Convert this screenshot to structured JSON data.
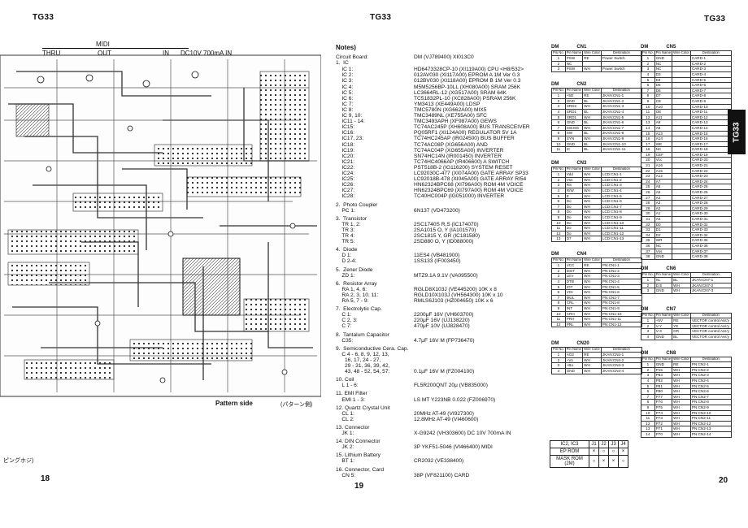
{
  "headers": {
    "left": "TG33",
    "center": "TG33",
    "right": "TG33"
  },
  "page_numbers": {
    "left": "18",
    "center": "19",
    "right": "20"
  },
  "side_tab": "TG33",
  "midi": {
    "title": "MIDI",
    "thru": "THRU",
    "out": "OUT",
    "in": "IN",
    "dc": "DC10V 700mA IN"
  },
  "pcb": {
    "caption": "Pattern side",
    "caption_jp": "(パターン側)",
    "bottom_jp": "ピングホジ)"
  },
  "notes": {
    "title": "Notes)",
    "rows": [
      {
        "label": "Circuit Board:",
        "value": "DM (VJ789400) XI013C0"
      },
      {
        "label": "1.  IC",
        "value": ""
      },
      {
        "label": "    IC 1:",
        "value": "HD6473328CP-10 (XI119A00) CPU <H8/532>"
      },
      {
        "label": "    IC 2:",
        "value": "012AV030 (XI117A00) EPROM A 1M Ver 0.3"
      },
      {
        "label": "    IC 3:",
        "value": "012BV030 (XI118A00) EPROM B 1M Ver 0.3"
      },
      {
        "label": "    IC 4:",
        "value": "M5M5256BP-10LL (XH080A00) SRAM 256K"
      },
      {
        "label": "    IC 5:",
        "value": "LC3664RL-12 (XG517A00) SRAM 64K"
      },
      {
        "label": "    IC 6:",
        "value": "TC51832PL-10 (XC828A00) PSRAM 256K"
      },
      {
        "label": "    IC 7:",
        "value": "YM3413 (XE449A00) LDSP"
      },
      {
        "label": "    IC 8:",
        "value": "TMC5780N (XG662A00) MIX5"
      },
      {
        "label": "    IC 9, 10:",
        "value": "TMC3489NL (XE755A00) SFC"
      },
      {
        "label": "    IC11 - 14:",
        "value": "TMC3493APH (XF987A00) GEWS"
      },
      {
        "label": "    IC15:",
        "value": "TC74AC245P (XH608A00) BUS TRANSCEIVER"
      },
      {
        "label": "    IC16:",
        "value": "PQ05RF1 (XI124A00) REGULATOR 5V 1A"
      },
      {
        "label": "    IC17, 23:",
        "value": "TC74HC245AP (IR024500) BUS BUFFER"
      },
      {
        "label": "    IC18:",
        "value": "TC74AC08P (XG656A00) AND"
      },
      {
        "label": "    IC19:",
        "value": "TC74AC04P (XG655A00) INVERTER"
      },
      {
        "label": "    IC20:",
        "value": "SN74HC14N (IR001450) INVERTER"
      },
      {
        "label": "    IC21:",
        "value": "TC74HC4066AP (IR406600) A SWITCH"
      },
      {
        "label": "    IC22:",
        "value": "PST518B-2 (IG116200) SYSTEM RESET"
      },
      {
        "label": "    IC24:",
        "value": "LC92030C-477 (XI074A00) GATE ARRAY SP33"
      },
      {
        "label": "    IC25:",
        "value": "LC92018B-478 (XI045A00) GATE ARRAY RI54"
      },
      {
        "label": "    IC26:",
        "value": "HN62324BPC68 (XI796A00) ROM 4M VOICE"
      },
      {
        "label": "    IC27:",
        "value": "HN62324BPC69 (XI797A00) ROM 4M VOICE"
      },
      {
        "label": "    IC28:",
        "value": "TC40HC004P (IG051000) INVERTER"
      },
      {
        "label": "2.  Photo Coupler",
        "value": ""
      },
      {
        "label": "    PC 1:",
        "value": "6N137 (VD473200)"
      },
      {
        "label": "3.  Transistor",
        "value": ""
      },
      {
        "label": "    TR 1, 2:",
        "value": "2SC1740S R,S (IC174070)"
      },
      {
        "label": "    TR 3:",
        "value": "2SA1015 O, Y (IA101570)"
      },
      {
        "label": "    TR 4:",
        "value": "2SC1815 Y, GR (IC181580)"
      },
      {
        "label": "    TR 5:",
        "value": "2SD880 O, Y (ID088000)"
      },
      {
        "label": "4.  Diode",
        "value": ""
      },
      {
        "label": "    D 1:",
        "value": "11ES4 (VB481900)"
      },
      {
        "label": "    D 2-4:",
        "value": "1SS133 (IF003450)"
      },
      {
        "label": "5.  Zener Diode",
        "value": ""
      },
      {
        "label": "    ZD 1:",
        "value": "MTZ9.1A 9.1V (VA095500)"
      },
      {
        "label": "6.  Resistor Array",
        "value": ""
      },
      {
        "label": "    RA 1, 4, 6:",
        "value": "RGLD8X103J (VE445200) 10K x 8"
      },
      {
        "label": "    RA 2, 3, 10, 11:",
        "value": "RGLD10X103J (VH564300) 10K x 10"
      },
      {
        "label": "    RA 5, 7 - 9:",
        "value": "RMLS6J103 (HZ004650) 10K x 6"
      },
      {
        "label": "7.  Electrolytic Cap.",
        "value": ""
      },
      {
        "label": "    C 1:",
        "value": "2200μF 16V (VH603700)"
      },
      {
        "label": "    C 2, 3:",
        "value": "220μF 16V (UJ138220)"
      },
      {
        "label": "    C 7:",
        "value": "470μF 10V (UJ828470)"
      },
      {
        "label": "8.  Tantalum Capacitor",
        "value": ""
      },
      {
        "label": "    C35:",
        "value": "4.7μF 16V M (FP736470)"
      },
      {
        "label": "9.  Semiconductive Cera. Cap.",
        "value": ""
      },
      {
        "label": "    C 4 - 6, 8, 9, 12, 13,",
        "value": ""
      },
      {
        "label": "      16, 17, 24 - 27,",
        "value": ""
      },
      {
        "label": "      29 - 31, 36, 39, 42,",
        "value": ""
      },
      {
        "label": "      43, 48 - 52, 54, 57:",
        "value": "0.1μF 16V M (FZ004100)"
      },
      {
        "label": "10. Coil",
        "value": ""
      },
      {
        "label": "    L 1 - 6:",
        "value": "FL5R200QNT 20μ (VB835000)"
      },
      {
        "label": "11. EMI Filter",
        "value": ""
      },
      {
        "label": "    EMI 1 - 3:",
        "value": "LS MT Y223NB 0.022 (FZ006970)"
      },
      {
        "label": "12. Quartz Crystal Unit",
        "value": ""
      },
      {
        "label": "    CL 1:",
        "value": "20MHz AT-49 (VI927300)"
      },
      {
        "label": "    CL 2:",
        "value": "12.8MHz AT-49 (VI460600)"
      },
      {
        "label": "13. Connector",
        "value": ""
      },
      {
        "label": "    JK 1:",
        "value": "X-G9242 (VH303600) DC 10V 700mA IN"
      },
      {
        "label": "14. DIN Connector",
        "value": ""
      },
      {
        "label": "    JK 2:",
        "value": "3P YKF51-5046 (VI466400) MIDI"
      },
      {
        "label": "15. Lithium Battery",
        "value": ""
      },
      {
        "label": "    BT 1:",
        "value": "CR2032 (VE338400)"
      },
      {
        "label": "16. Connector, Card",
        "value": ""
      },
      {
        "label": "    CN 5:",
        "value": "38P (VF821100) CARD"
      }
    ]
  },
  "connectors": [
    {
      "dm": "DM",
      "name": "CN1",
      "cols": [
        "Pin No.",
        "Pin Name",
        "Wire Color",
        "Destination"
      ],
      "rows": [
        [
          "1",
          "PSW",
          "RE",
          "Power Switch"
        ],
        [
          "2",
          "NC",
          "",
          ""
        ],
        [
          "3",
          "PSW",
          "WH",
          "Power Switch"
        ]
      ]
    },
    {
      "dm": "DM",
      "name": "CN2",
      "cols": [
        "Pin No.",
        "Pin Name",
        "Wire Color",
        "Destination"
      ],
      "rows": [
        [
          "1",
          "+5D",
          "RE",
          "JKAN:CN1-1"
        ],
        [
          "2",
          "GND",
          "BL",
          "JKAN:CN1-2"
        ],
        [
          "3",
          "SRD2",
          "WH",
          "JKAN:CN1-3"
        ],
        [
          "4",
          "SRD1",
          "BL",
          "JKAN:CN1-4"
        ],
        [
          "5",
          "SRD1",
          "WH",
          "JKAN:CN1-5"
        ],
        [
          "6",
          "GND",
          "BL",
          "JKAN:CN1-6"
        ],
        [
          "7",
          "SW.MS",
          "WH",
          "JKAN:CN1-7"
        ],
        [
          "8",
          "SW",
          "BL",
          "JKAN:CN1-8"
        ],
        [
          "9",
          "SYN",
          "WH",
          "JKAN:CN1-9"
        ],
        [
          "10",
          "GND",
          "BL",
          "JKAN:CN1-10"
        ],
        [
          "11",
          "IC",
          "BL",
          "JKAN:CN1-11"
        ]
      ]
    },
    {
      "dm": "DM",
      "name": "CN3",
      "cols": [
        "Pin No.",
        "Pin Name",
        "Wire Color",
        "Destination"
      ],
      "rows": [
        [
          "1",
          "Vdd",
          "WH",
          "LCD:CN1-1"
        ],
        [
          "2",
          "Vss",
          "WH",
          "LCD:CN1-2"
        ],
        [
          "3",
          "RS",
          "WH",
          "LCD:CN1-3"
        ],
        [
          "4",
          "R/W",
          "WH",
          "LCD:CN1-4"
        ],
        [
          "5",
          "E",
          "WH",
          "LCD:CN1-5"
        ],
        [
          "6",
          "Do",
          "WH",
          "LCD:CN1-6"
        ],
        [
          "7",
          "Do",
          "WH",
          "LCD:CN1-7"
        ],
        [
          "8",
          "Do",
          "WH",
          "LCD:CN1-8"
        ],
        [
          "9",
          "Do",
          "WH",
          "LCD:CN1-9"
        ],
        [
          "10",
          "Do",
          "WH",
          "LCD:CN1-10"
        ],
        [
          "11",
          "Do",
          "WH",
          "LCD:CN1-11"
        ],
        [
          "12",
          "Do",
          "WH",
          "LCD:CN1-12"
        ],
        [
          "13",
          "D7",
          "WH",
          "LCD:CN1-13"
        ]
      ]
    },
    {
      "dm": "DM",
      "name": "CN4",
      "cols": [
        "Pin No.",
        "Pin Name",
        "Wire Color",
        "Destination"
      ],
      "rows": [
        [
          "1",
          "VCC",
          "RE",
          "PN:CN1-1"
        ],
        [
          "2",
          "DSIT",
          "WH",
          "PN:CN1-2"
        ],
        [
          "3",
          "LEV",
          "WH",
          "PN:CN1-3"
        ],
        [
          "4",
          "DTB",
          "WH",
          "PN:CN1-4"
        ],
        [
          "5",
          "IOT",
          "WH",
          "PN:CN1-5"
        ],
        [
          "6",
          "VOI",
          "WH",
          "PN:CN1-6"
        ],
        [
          "7",
          "MUL",
          "WH",
          "PN:CN1-7"
        ],
        [
          "8",
          "CRL",
          "WH",
          "PN:CN1-8"
        ],
        [
          "9",
          "INT",
          "WH",
          "PN:CN1-9"
        ],
        [
          "10",
          "CRH",
          "WH",
          "PN:CN1-10"
        ],
        [
          "11",
          "PRH",
          "WH",
          "PN:CN1-11"
        ],
        [
          "12",
          "PRL",
          "WH",
          "PN:CN1-12"
        ]
      ]
    },
    {
      "dm": "DM",
      "name": "CN20",
      "cols": [
        "Pin No.",
        "Pin Name",
        "Wire Color",
        "Destination"
      ],
      "rows": [
        [
          "1",
          "AG2",
          "RE",
          "JKAN:CN4-1"
        ],
        [
          "2",
          "+Vo",
          "WH",
          "JKAN:CN4-2"
        ],
        [
          "3",
          "+Bo",
          "WH",
          "JKAN:CN4-3"
        ],
        [
          "4",
          "GND",
          "WH",
          "JKAN:CN4-4"
        ]
      ]
    },
    {
      "dm": "DM",
      "name": "CN5",
      "cols": [
        "Pin No.",
        "Pin Name",
        "Wire Color",
        "Destination"
      ],
      "rows": [
        [
          "1",
          "GND",
          "",
          "CARD-1"
        ],
        [
          "2",
          "NC",
          "",
          "CARD-2"
        ],
        [
          "3",
          "NC",
          "",
          "CARD-3"
        ],
        [
          "4",
          "D3",
          "",
          "CARD-4"
        ],
        [
          "5",
          "D4",
          "",
          "CARD-5"
        ],
        [
          "6",
          "D5",
          "",
          "CARD-6"
        ],
        [
          "7",
          "D6",
          "",
          "CARD-7"
        ],
        [
          "8",
          "D7",
          "",
          "CARD-8"
        ],
        [
          "9",
          "CE",
          "",
          "CARD-9"
        ],
        [
          "10",
          "A10",
          "",
          "CARD-10"
        ],
        [
          "11",
          "OE",
          "",
          "CARD-11"
        ],
        [
          "12",
          "A11",
          "",
          "CARD-12"
        ],
        [
          "13",
          "A9",
          "",
          "CARD-13"
        ],
        [
          "14",
          "A8",
          "",
          "CARD-14"
        ],
        [
          "15",
          "A13",
          "",
          "CARD-15"
        ],
        [
          "16",
          "A14",
          "",
          "CARD-16"
        ],
        [
          "17",
          "WE",
          "",
          "CARD-17"
        ],
        [
          "18",
          "NC",
          "",
          "CARD-18"
        ],
        [
          "19",
          "CEF",
          "",
          "CARD-19"
        ],
        [
          "20",
          "Vcc",
          "",
          "CARD-20"
        ],
        [
          "21",
          "A16",
          "",
          "CARD-21"
        ],
        [
          "22",
          "A15",
          "",
          "CARD-22"
        ],
        [
          "23",
          "A12",
          "",
          "CARD-23"
        ],
        [
          "24",
          "A7",
          "",
          "CARD-24"
        ],
        [
          "25",
          "A6",
          "",
          "CARD-25"
        ],
        [
          "26",
          "A5",
          "",
          "CARD-26"
        ],
        [
          "27",
          "A4",
          "",
          "CARD-27"
        ],
        [
          "28",
          "A3",
          "",
          "CARD-28"
        ],
        [
          "29",
          "A2",
          "",
          "CARD-29"
        ],
        [
          "30",
          "A1",
          "",
          "CARD-30"
        ],
        [
          "31",
          "A0",
          "",
          "CARD-31"
        ],
        [
          "32",
          "D0",
          "",
          "CARD-32"
        ],
        [
          "33",
          "D1",
          "",
          "CARD-33"
        ],
        [
          "34",
          "D2",
          "",
          "CARD-34"
        ],
        [
          "35",
          "WR",
          "",
          "CARD-35"
        ],
        [
          "36",
          "NC",
          "",
          "CARD-36"
        ],
        [
          "37",
          "Vss",
          "",
          "CARD-37"
        ],
        [
          "38",
          "GND",
          "",
          "CARD-38"
        ]
      ]
    },
    {
      "dm": "DM",
      "name": "CN6",
      "cols": [
        "Pin No.",
        "Pin Name",
        "Wire Color",
        "Destination"
      ],
      "rows": [
        [
          "1",
          "SL",
          "BL",
          "JKAN:CN7-1"
        ],
        [
          "2",
          "D.E",
          "WH",
          "JKAN:CN7-2"
        ],
        [
          "3",
          "GND",
          "WH",
          "JKAN:CN7-3"
        ]
      ]
    },
    {
      "dm": "DM",
      "name": "CN7",
      "cols": [
        "Pin No.",
        "Pin Name",
        "Wire Color",
        "Destination"
      ],
      "rows": [
        [
          "1",
          "+5V",
          "RE",
          "VECTOR control Ass'y"
        ],
        [
          "2",
          "V-Y",
          "YE",
          "VECTOR control Ass'y"
        ],
        [
          "3",
          "V-X",
          "OR",
          "VECTOR control Ass'y"
        ],
        [
          "4",
          "GND",
          "BL",
          "VECTOR control Ass'y"
        ]
      ]
    },
    {
      "dm": "DM",
      "name": "CN8",
      "cols": [
        "Pin No.",
        "Pin Name",
        "Wire Color",
        "Destination"
      ],
      "rows": [
        [
          "1",
          "GND",
          "RE",
          "PN:CN2-1"
        ],
        [
          "2",
          "P15",
          "WH",
          "PN:CN2-2"
        ],
        [
          "3",
          "P83",
          "WH",
          "PN:CN2-3"
        ],
        [
          "4",
          "P82",
          "WH",
          "PN:CN2-4"
        ],
        [
          "5",
          "P81",
          "WH",
          "PN:CN2-5"
        ],
        [
          "6",
          "P80",
          "WH",
          "PN:CN2-6"
        ],
        [
          "7",
          "P77",
          "WH",
          "PN:CN2-7"
        ],
        [
          "8",
          "P76",
          "WH",
          "PN:CN2-8"
        ],
        [
          "9",
          "P75",
          "WH",
          "PN:CN2-9"
        ],
        [
          "10",
          "P74",
          "WH",
          "PN:CN2-10"
        ],
        [
          "11",
          "P73",
          "WH",
          "PN:CN2-11"
        ],
        [
          "12",
          "P72",
          "WH",
          "PN:CN2-12"
        ],
        [
          "13",
          "P71",
          "WH",
          "PN:CN2-13"
        ],
        [
          "14",
          "P70",
          "WH",
          "PN:CN2-14"
        ]
      ]
    }
  ],
  "eprom": {
    "header": [
      "IC2, IC3",
      "J1",
      "J2",
      "J3",
      "J4"
    ],
    "rows": [
      [
        "EP ROM",
        "×",
        "○",
        "○",
        "×"
      ],
      [
        "MASK ROM (2M)",
        "○",
        "×",
        "×",
        "○"
      ]
    ]
  }
}
